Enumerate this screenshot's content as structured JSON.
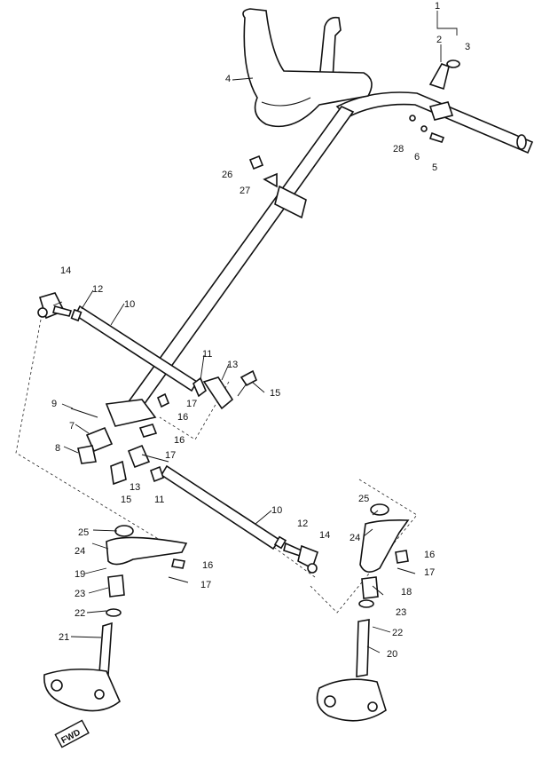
{
  "diagram": {
    "callouts": {
      "c1": "1",
      "c2": "2",
      "c3": "3",
      "c4": "4",
      "c5": "5",
      "c6": "6",
      "c28": "28",
      "c26": "26",
      "c27": "27",
      "c14a": "14",
      "c12a": "12",
      "c10a": "10",
      "c11a": "11",
      "c13a": "13",
      "c15a": "15",
      "c9": "9",
      "c16a": "16",
      "c17a": "17",
      "c7": "7",
      "c8": "8",
      "c16b": "16",
      "c17b": "17",
      "c13b": "13",
      "c15b": "15",
      "c11b": "11",
      "c10b": "10",
      "c12b": "12",
      "c14b": "14",
      "c25a": "25",
      "c24a": "24",
      "c19": "19",
      "c16c": "16",
      "c17c": "17",
      "c23a": "23",
      "c22a": "22",
      "c21": "21",
      "c25b": "25",
      "c24b": "24",
      "c16d": "16",
      "c17d": "17",
      "c18": "18",
      "c23b": "23",
      "c22b": "22",
      "c20": "20"
    },
    "marker": "FWD"
  }
}
